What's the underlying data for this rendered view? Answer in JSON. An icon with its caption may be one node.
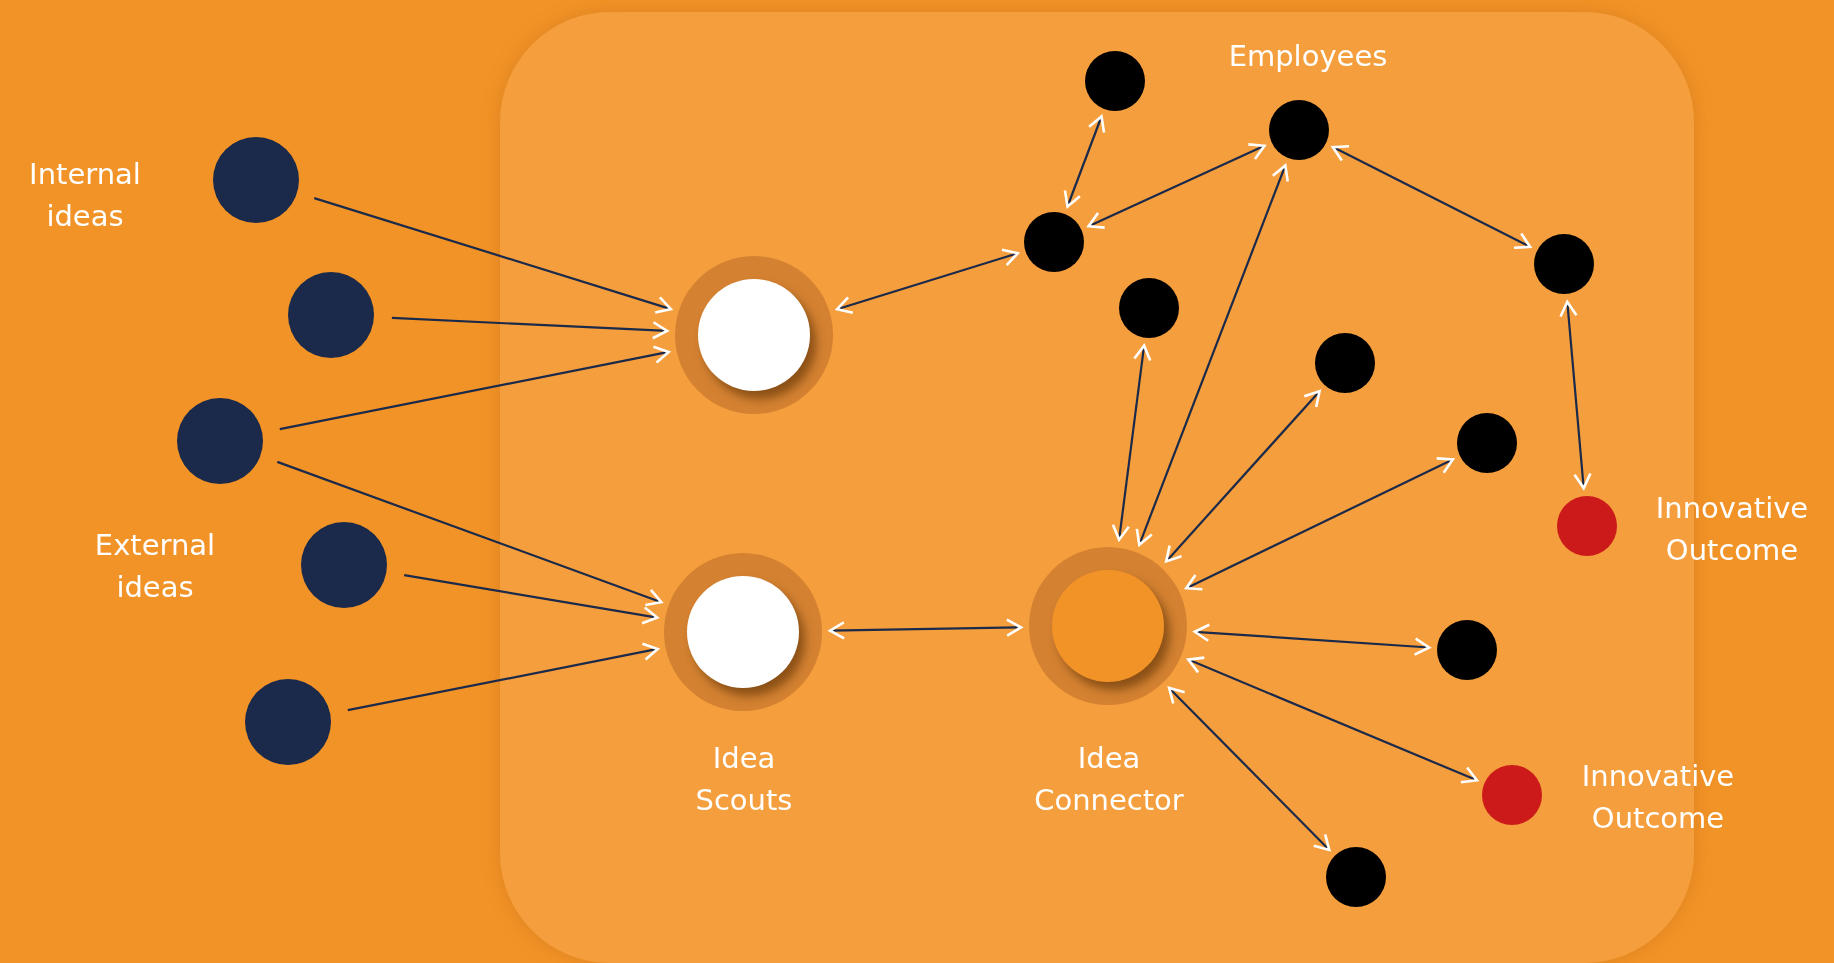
{
  "diagram": {
    "nodes": [
      {
        "text": [],
        "shape": "circle"
      },
      {
        "text": [],
        "shape": "circle"
      },
      {
        "text": [],
        "shape": "circle"
      },
      {
        "text": [],
        "shape": "circle"
      },
      {
        "text": [],
        "shape": "circle"
      },
      {
        "text": [],
        "shape": "circle"
      },
      {
        "text": [],
        "shape": "circle"
      },
      {
        "text": [],
        "shape": "circle",
        "beside": [
          "Idea Connector"
        ]
      },
      {
        "text": [],
        "shape": "circle"
      },
      {
        "text": [],
        "shape": "circle"
      },
      {
        "text": [],
        "shape": "circle"
      },
      {
        "text": [],
        "shape": "circle"
      },
      {
        "text": [],
        "shape": "circle"
      },
      {
        "text": [],
        "shape": "circle"
      },
      {
        "text": [],
        "shape": "circle"
      },
      {
        "text": [],
        "shape": "circle"
      },
      {
        "text": [],
        "shape": "circle"
      },
      {
        "text": [],
        "shape": "circle",
        "beside": [
          "Innovative Outcome"
        ]
      },
      {
        "text": [],
        "shape": "circle",
        "beside": [
          "Innovative Outcome"
        ]
      }
    ],
    "edges": [
      {
        "from": 0,
        "to": 5,
        "arrow": "to"
      },
      {
        "from": 1,
        "to": 5,
        "arrow": "to"
      },
      {
        "from": 2,
        "to": 5,
        "arrow": "to"
      },
      {
        "from": 2,
        "to": 6,
        "arrow": "to"
      },
      {
        "from": 3,
        "to": 6,
        "arrow": "to"
      },
      {
        "from": 4,
        "to": 6,
        "arrow": "to"
      },
      {
        "from": 5,
        "to": 10,
        "arrow": "both"
      },
      {
        "from": 6,
        "to": 7,
        "arrow": "both"
      },
      {
        "from": 8,
        "to": 10,
        "arrow": "both"
      },
      {
        "from": 10,
        "to": 9,
        "arrow": "both"
      },
      {
        "from": 9,
        "to": 12,
        "arrow": "both"
      },
      {
        "from": 12,
        "to": 17,
        "arrow": "both"
      },
      {
        "from": 7,
        "to": 11,
        "arrow": "both"
      },
      {
        "from": 7,
        "to": 9,
        "arrow": "both"
      },
      {
        "from": 7,
        "to": 13,
        "arrow": "both"
      },
      {
        "from": 7,
        "to": 14,
        "arrow": "both"
      },
      {
        "from": 7,
        "to": 15,
        "arrow": "both"
      },
      {
        "from": 7,
        "to": 18,
        "arrow": "both"
      },
      {
        "from": 7,
        "to": 16,
        "arrow": "both"
      }
    ],
    "labels": [
      "Employees",
      "Internal ideas",
      "External ideas",
      "Idea Scouts"
    ]
  }
}
